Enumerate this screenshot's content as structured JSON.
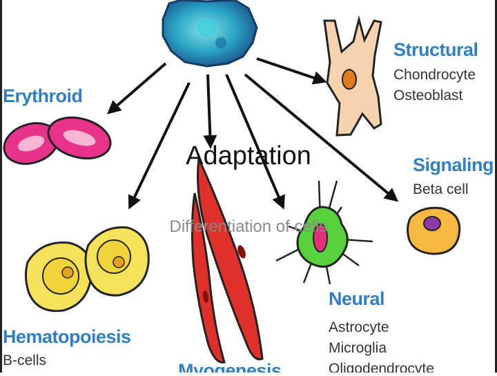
{
  "slide": {
    "title": "Adaptation",
    "subtitle": "Differentiation of cells"
  },
  "diagram": {
    "categories": {
      "structural": {
        "label": "Structural",
        "items": [
          "Chondrocyte",
          "Osteoblast"
        ]
      },
      "erythroid": {
        "label": "Erythroid"
      },
      "signaling": {
        "label": "Signaling",
        "items": [
          "Beta cell"
        ]
      },
      "hematopoiesis": {
        "label": "Hematopoiesis",
        "items": [
          "B-cells"
        ]
      },
      "neural": {
        "label": "Neural",
        "items": [
          "Astrocyte",
          "Microglia",
          "Oligodendrocyte"
        ]
      },
      "myogenesis": {
        "label": "Myogenesis"
      }
    }
  },
  "colors": {
    "label_blue": "#2f7fc4",
    "stem_cell": "#2aa3c4",
    "erythroid": "#e8338a",
    "structural": "#f6d3b0",
    "signaling": "#f5b942",
    "hematopoiesis": "#f4e25a",
    "neural": "#57d13c",
    "myogenesis": "#e0302a"
  },
  "icons": [
    "stem-cell-icon",
    "arrow-icon",
    "red-blood-cell-icon",
    "chondrocyte-icon",
    "beta-cell-icon",
    "b-cell-icon",
    "neuron-icon",
    "muscle-cell-icon"
  ]
}
